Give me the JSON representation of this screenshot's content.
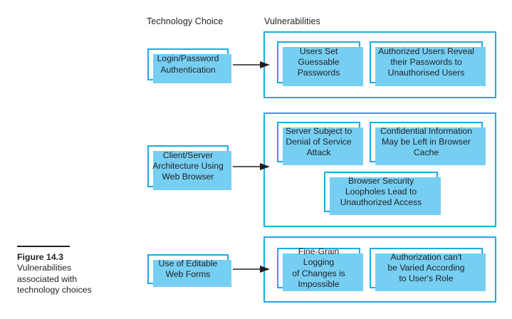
{
  "figure": {
    "headers": {
      "technology_choice": "Technology Choice",
      "vulnerabilities": "Vulnerabilities"
    },
    "caption": {
      "label": "Figure 14.3",
      "text": "Vulnerabilities\nassociated with\ntechnology choices"
    },
    "colors": {
      "box_border": "#1babe8",
      "box_shadow": "#76cff3",
      "container_border": "#1babe8",
      "text": "#231f20",
      "arrow": "#231f20",
      "background": "#ffffff"
    },
    "rows": [
      {
        "technology": "Login/Password\nAuthentication",
        "arrow": "arrow-right",
        "vulnerabilities": [
          "Users Set\nGuessable\nPasswords",
          "Authorized Users Reveal\ntheir Passwords to\nUnauthorised Users"
        ]
      },
      {
        "technology": "Client/Server\nArchitecture Using\nWeb Browser",
        "arrow": "arrow-right",
        "vulnerabilities": [
          "Server Subject to\nDenial of Service\nAttack",
          "Confidential Information\nMay be Left in Browser\nCache",
          "Browser Security\nLoopholes Lead to\nUnauthorized Access"
        ]
      },
      {
        "technology": "Use of Editable\nWeb Forms",
        "arrow": "arrow-right",
        "vulnerabilities": [
          "Fine-Grain Logging\nof Changes is\nImpossible",
          "Authorization can't\nbe Varied According\nto User's Role"
        ]
      }
    ]
  }
}
